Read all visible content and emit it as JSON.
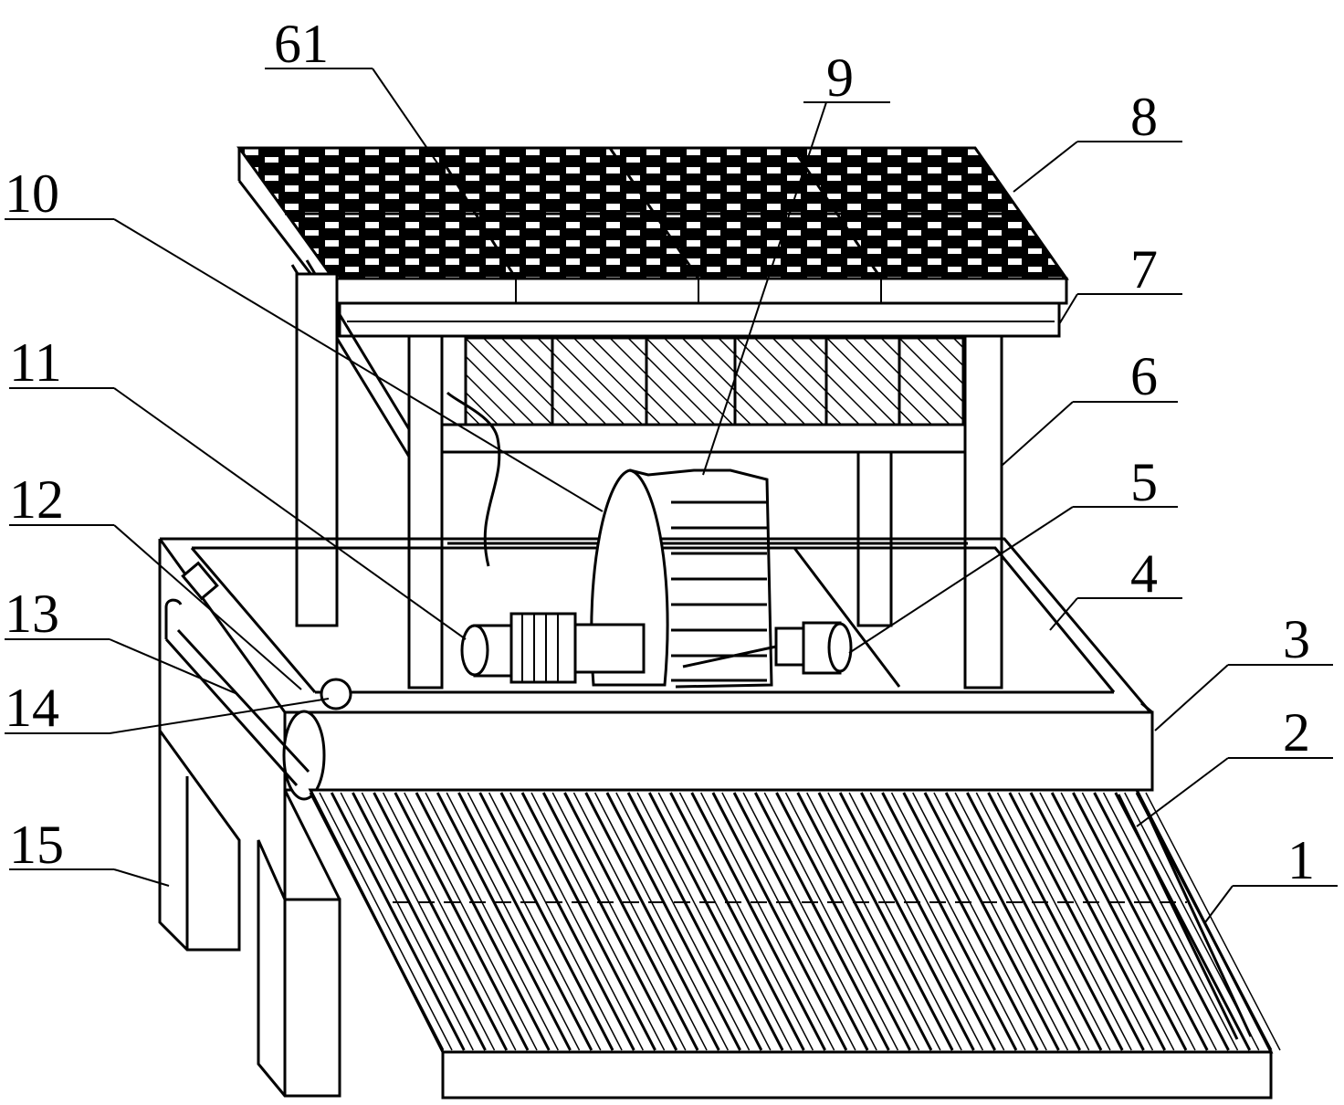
{
  "labels": [
    {
      "id": "61",
      "text": "61"
    },
    {
      "id": "9",
      "text": "9"
    },
    {
      "id": "8",
      "text": "8"
    },
    {
      "id": "10",
      "text": "10"
    },
    {
      "id": "7",
      "text": "7"
    },
    {
      "id": "11",
      "text": "11"
    },
    {
      "id": "6",
      "text": "6"
    },
    {
      "id": "12",
      "text": "12"
    },
    {
      "id": "5",
      "text": "5"
    },
    {
      "id": "4",
      "text": "4"
    },
    {
      "id": "13",
      "text": "13"
    },
    {
      "id": "3",
      "text": "3"
    },
    {
      "id": "14",
      "text": "14"
    },
    {
      "id": "2",
      "text": "2"
    },
    {
      "id": "15",
      "text": "15"
    },
    {
      "id": "1",
      "text": "1"
    }
  ],
  "colors": {
    "ink": "#000000",
    "paper": "#ffffff"
  }
}
